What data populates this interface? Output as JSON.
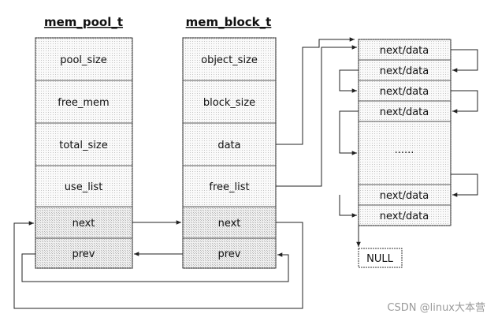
{
  "mem_pool": {
    "title": "mem_pool_t",
    "fields": [
      "pool_size",
      "free_mem",
      "total_size",
      "use_list",
      "next",
      "prev"
    ]
  },
  "mem_block": {
    "title": "mem_block_t",
    "fields": [
      "object_size",
      "block_size",
      "data",
      "free_list",
      "next",
      "prev"
    ]
  },
  "object_list": {
    "top_items": [
      "next/data",
      "next/data",
      "next/data",
      "next/data"
    ],
    "ellipsis": "......",
    "bottom_items": [
      "next/data",
      "next/data"
    ]
  },
  "null_label": "NULL",
  "watermark": "CSDN @linux大本营"
}
